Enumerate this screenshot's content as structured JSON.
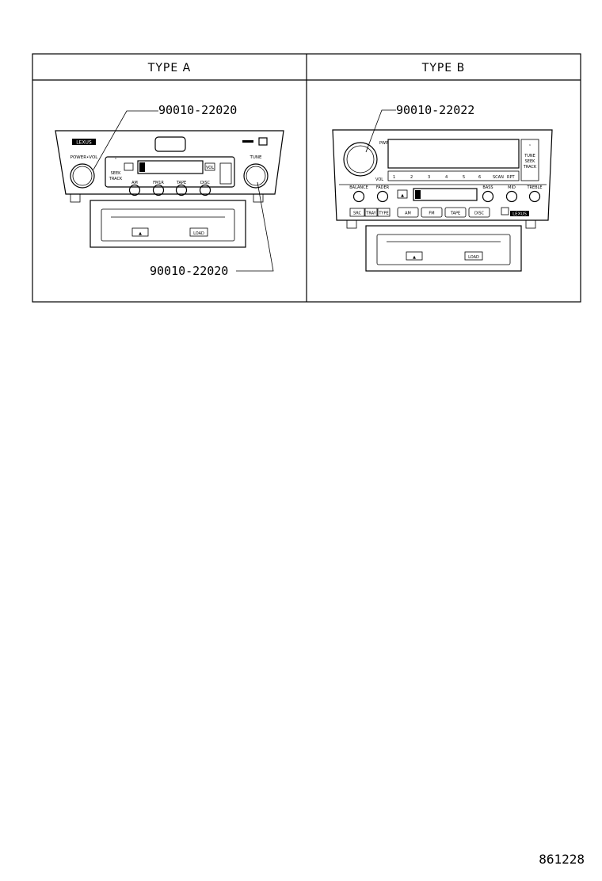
{
  "table": {
    "headers": [
      "TYPE A",
      "TYPE B"
    ]
  },
  "type_a": {
    "part_upper": "90010-22020",
    "part_lower": "90010-22020",
    "panel": {
      "brand": "LEXUS",
      "power_vol": "POWER•VOL",
      "tune": "TUNE",
      "seek": "SEEK",
      "track": "TRACK",
      "buttons": [
        "AM",
        "FM1R",
        "TAPE",
        "DISC"
      ],
      "vol": "VOL",
      "load": "LOAD"
    }
  },
  "type_b": {
    "part_upper": "90010-22022",
    "panel": {
      "pwr": "PWR",
      "vol": "VOL",
      "presets": [
        "1",
        "2",
        "3",
        "4",
        "5",
        "6"
      ],
      "scan": "SCAN",
      "rpt": "RPT",
      "tune": "TUNE",
      "seek": "SEEK",
      "track": "TRACK",
      "left_knobs": [
        "BALANCE",
        "FADER",
        "BASS",
        "MID",
        "TREBLE"
      ],
      "mode_buttons": [
        "SRC",
        "TRAY",
        "TYPE"
      ],
      "band_buttons": [
        "AM",
        "FM",
        "TAPE",
        "DISC"
      ],
      "brand": "LEXUS",
      "load": "LOAD"
    }
  },
  "footer": {
    "code": "861228"
  }
}
